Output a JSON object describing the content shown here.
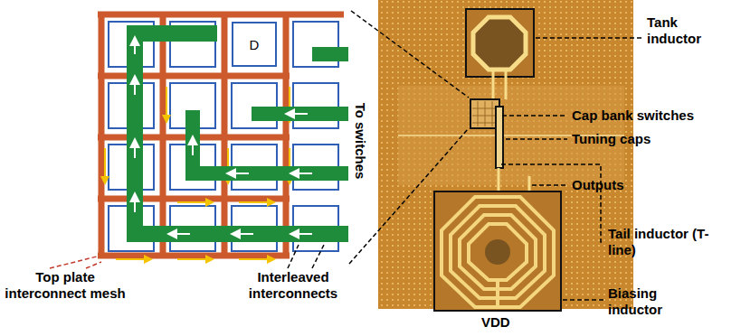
{
  "diagram": {
    "nodes": [
      {
        "text": [
          "D"
        ]
      }
    ],
    "labels": [
      "To switches",
      "Tank inductor",
      "Cap bank switches",
      "Tuning caps",
      "Outputs",
      "Tail inductor (T-line)",
      "Biasing inductor",
      "Top plate interconnect mesh",
      "Interleaved interconnects",
      "VDD"
    ]
  }
}
